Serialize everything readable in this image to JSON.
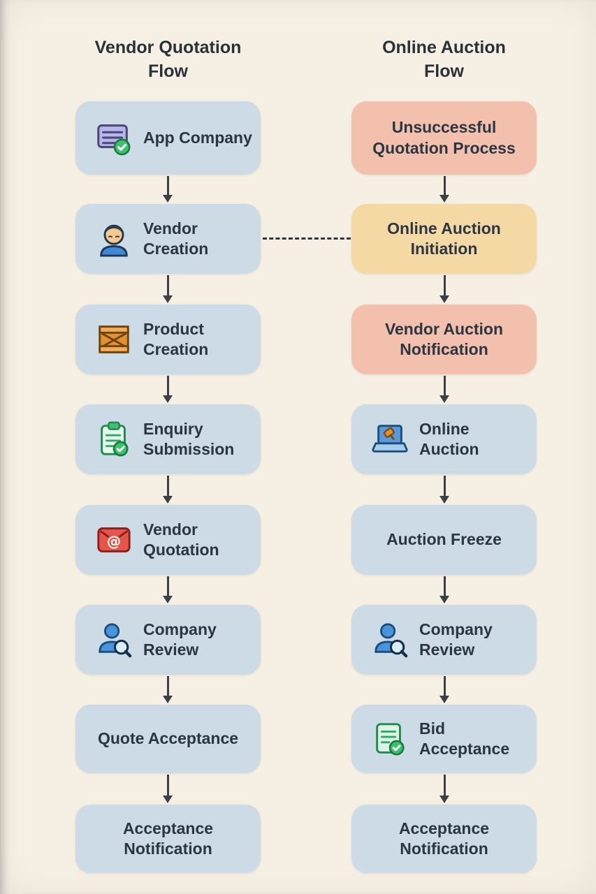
{
  "diagram": {
    "columns": [
      {
        "title": "Vendor Quotation Flow",
        "title_line1": "Vendor Quotation",
        "title_line2": "Flow",
        "nodes": [
          {
            "label": "App Company",
            "icon": "app-window-check-icon",
            "color": "blue"
          },
          {
            "label": "Vendor Creation",
            "icon": "vendor-person-icon",
            "color": "blue"
          },
          {
            "label": "Product Creation",
            "icon": "product-crate-icon",
            "color": "blue"
          },
          {
            "label": "Enquiry Submission",
            "icon": "clipboard-check-icon",
            "color": "blue"
          },
          {
            "label": "Vendor Quotation",
            "icon": "email-at-icon",
            "color": "blue"
          },
          {
            "label": "Company Review",
            "icon": "person-search-icon",
            "color": "blue"
          },
          {
            "label": "Quote Acceptance",
            "icon": null,
            "color": "blue"
          },
          {
            "label": "Acceptance Notification",
            "icon": null,
            "color": "blue"
          }
        ]
      },
      {
        "title": "Online Auction Flow",
        "title_line1": "Online Auction",
        "title_line2": "Flow",
        "nodes": [
          {
            "label": "Unsuccessful Quotation Process",
            "icon": null,
            "color": "salmon"
          },
          {
            "label": "Online Auction Initiation",
            "icon": null,
            "color": "yellow"
          },
          {
            "label": "Vendor Auction Notification",
            "icon": null,
            "color": "salmon"
          },
          {
            "label": "Online Auction",
            "icon": "laptop-gavel-icon",
            "color": "blue"
          },
          {
            "label": "Auction Freeze",
            "icon": null,
            "color": "blue"
          },
          {
            "label": "Company Review",
            "icon": "person-search-icon",
            "color": "blue"
          },
          {
            "label": "Bid Acceptance",
            "icon": "document-check-icon",
            "color": "blue"
          },
          {
            "label": "Acceptance Notification",
            "icon": null,
            "color": "blue"
          }
        ]
      }
    ],
    "cross_link": {
      "from": "Vendor Creation",
      "to": "Online Auction Initiation",
      "style": "dashed"
    }
  },
  "colors": {
    "background": "#f6f0e4",
    "node_blue": "#ccdbe6",
    "node_salmon": "#f2c0ad",
    "node_yellow": "#f5d9a4",
    "text": "#2b3642",
    "arrow": "#3c4046"
  }
}
